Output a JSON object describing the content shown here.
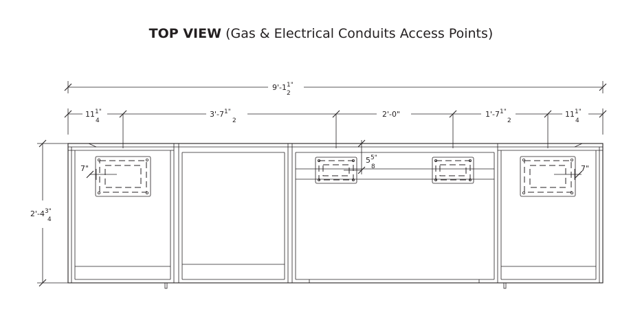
{
  "title": {
    "bold": "TOP VIEW",
    "rest": "(Gas & Electrical Conduits Access Points)"
  },
  "dimensions": {
    "overall_width": {
      "whole": "9'-1",
      "num": "1",
      "den": "2",
      "unit": "\""
    },
    "seg1": {
      "whole": "11",
      "num": "1",
      "den": "4",
      "unit": "\""
    },
    "seg2": {
      "whole": "3'-7",
      "num": "1",
      "den": "2",
      "unit": "\""
    },
    "seg3": {
      "whole": "2'-0\"",
      "num": "",
      "den": "",
      "unit": ""
    },
    "seg4": {
      "whole": "1'-7",
      "num": "1",
      "den": "2",
      "unit": "\""
    },
    "seg5": {
      "whole": "11",
      "num": "1",
      "den": "4",
      "unit": "\""
    },
    "depth": {
      "whole": "2'-4",
      "num": "3",
      "den": "4",
      "unit": "\""
    },
    "offset_left": "7\"",
    "offset_right": "7\"",
    "offset_mid": {
      "whole": "5",
      "num": "5",
      "den": "8",
      "unit": "\""
    }
  }
}
